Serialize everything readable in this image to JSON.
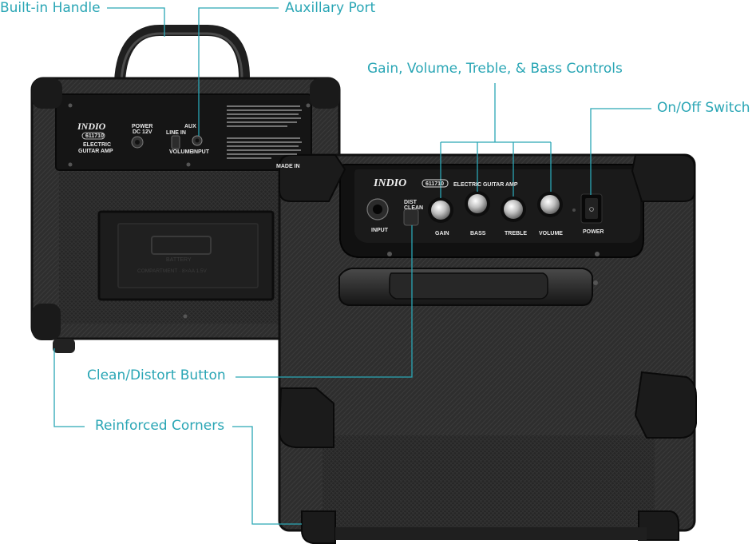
{
  "callouts": {
    "handle": "Built-in Handle",
    "aux": "Auxillary Port",
    "controls": "Gain, Volume, Treble, & Bass Controls",
    "power_switch": "On/Off Switch",
    "clean_distort": "Clean/Distort Button",
    "corners": "Reinforced Corners"
  },
  "front_panel": {
    "brand": "INDIO",
    "model": "611710",
    "product": "ELECTRIC GUITAR AMP",
    "input": "INPUT",
    "dist": "DIST",
    "clean": "CLEAN",
    "knobs": [
      "GAIN",
      "BASS",
      "TREBLE",
      "VOLUME"
    ],
    "power": "POWER"
  },
  "back_panel": {
    "brand": "INDIO",
    "model": "611710",
    "line1": "ELECTRIC",
    "line2": "GUITAR AMP",
    "power": "POWER",
    "power_spec": "DC 12V",
    "aux": "AUX",
    "sub1": "LINE IN",
    "sub2": "VOLUME",
    "sub3": "INPUT",
    "made_in": "MADE IN",
    "battery_1": "BATTERY",
    "battery_2": "COMPARTMENT · 8×AA 1.5V"
  },
  "colors": {
    "accent": "#2aa6b5",
    "amp_body": "#2b2b2b",
    "amp_panel": "#141414"
  }
}
